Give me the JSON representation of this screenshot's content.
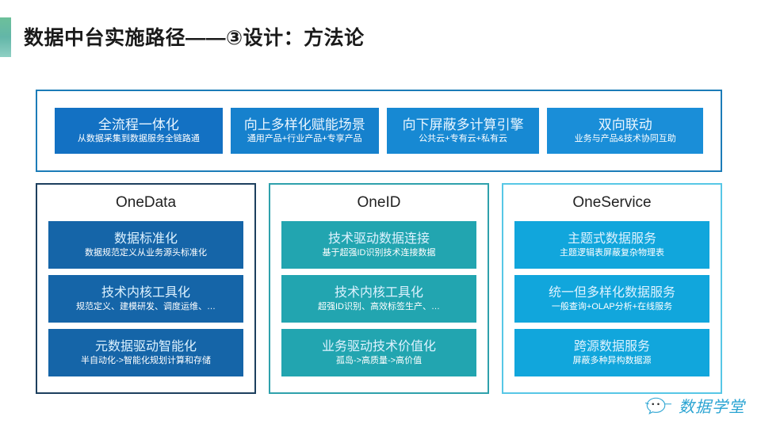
{
  "header": {
    "title": "数据中台实施路径——③设计：方法论",
    "accent_color": "#6cc09a"
  },
  "top_panel": {
    "border_color": "#1c7cb8",
    "cards": [
      {
        "title": "全流程一体化",
        "sub": "从数据采集到数据服务全链路通",
        "color": "#1371c3"
      },
      {
        "title": "向上多样化赋能场景",
        "sub": "通用产品+行业产品+专享产品",
        "color": "#1681cd"
      },
      {
        "title": "向下屏蔽多计算引擎",
        "sub": "公共云+专有云+私有云",
        "color": "#1789d3"
      },
      {
        "title": "双向联动",
        "sub": "业务与产品&技术协同互助",
        "color": "#1a8ed8"
      }
    ]
  },
  "columns": [
    {
      "heading": "OneData",
      "border_color": "#1d3f5e",
      "pill_color": "#1565a8",
      "items": [
        {
          "title": "数据标准化",
          "sub": "数据规范定义从业务源头标准化"
        },
        {
          "title": "技术内核工具化",
          "sub": "规范定义、建模研发、调度运维、…"
        },
        {
          "title": "元数据驱动智能化",
          "sub": "半自动化->智能化规划计算和存储"
        }
      ]
    },
    {
      "heading": "OneID",
      "border_color": "#2fa1ac",
      "pill_color": "#22a5b0",
      "items": [
        {
          "title": "技术驱动数据连接",
          "sub": "基于超强ID识别技术连接数据"
        },
        {
          "title": "技术内核工具化",
          "sub": "超强ID识别、高效标签生产、…"
        },
        {
          "title": "业务驱动技术价值化",
          "sub": "孤岛->高质量->高价值"
        }
      ]
    },
    {
      "heading": "OneService",
      "border_color": "#57c7e6",
      "pill_color": "#11a6dc",
      "items": [
        {
          "title": "主题式数据服务",
          "sub": "主题逻辑表屏蔽复杂物理表"
        },
        {
          "title": "统一但多样化数据服务",
          "sub": "一般查询+OLAP分析+在线服务"
        },
        {
          "title": "跨源数据服务",
          "sub": "屏蔽多种异构数据源"
        }
      ]
    }
  ],
  "watermark": {
    "text": "数据学堂",
    "icon": "wechat-chat-icon",
    "color": "#1e9fd0"
  }
}
